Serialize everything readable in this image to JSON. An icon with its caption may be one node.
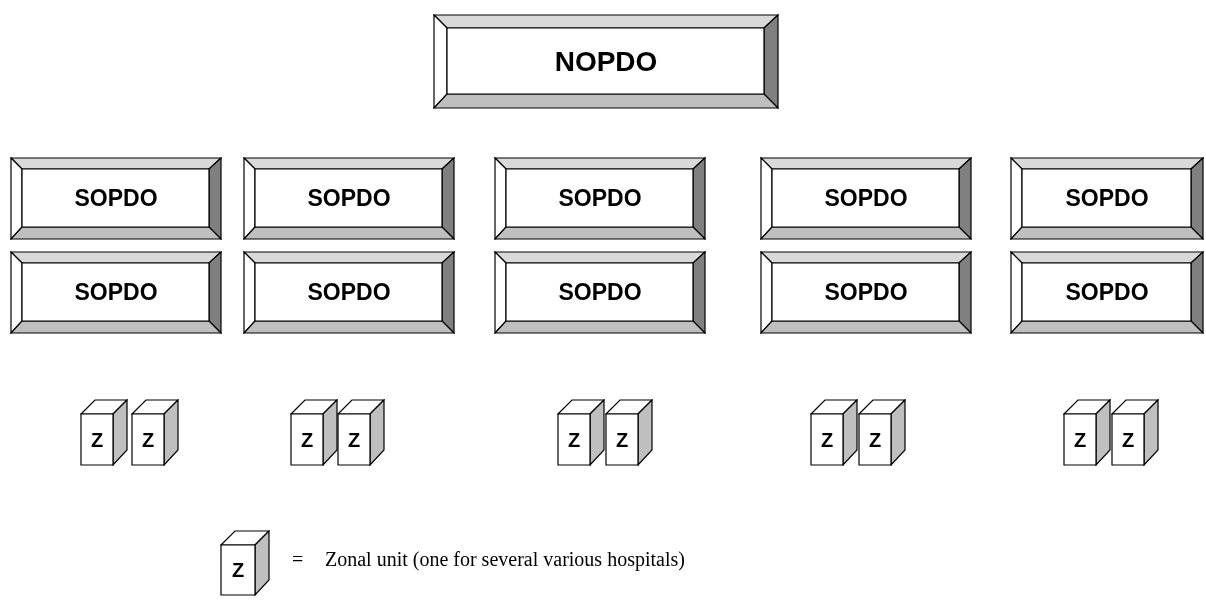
{
  "diagram": {
    "nodes": [
      {
        "text": [
          "NOPDO"
        ]
      },
      {
        "text": [
          "SOPDO"
        ]
      },
      {
        "text": [
          "SOPDO"
        ]
      },
      {
        "text": [
          "SOPDO"
        ]
      },
      {
        "text": [
          "SOPDO"
        ]
      },
      {
        "text": [
          "SOPDO"
        ]
      },
      {
        "text": [
          "SOPDO"
        ]
      },
      {
        "text": [
          "SOPDO"
        ]
      },
      {
        "text": [
          "SOPDO"
        ]
      },
      {
        "text": [
          "SOPDO"
        ]
      },
      {
        "text": [
          "SOPDO"
        ]
      },
      {
        "text": [
          "Z"
        ]
      },
      {
        "text": [
          "Z"
        ]
      },
      {
        "text": [
          "Z"
        ]
      },
      {
        "text": [
          "Z"
        ]
      },
      {
        "text": [
          "Z"
        ]
      },
      {
        "text": [
          "Z"
        ]
      },
      {
        "text": [
          "Z"
        ]
      },
      {
        "text": [
          "Z"
        ]
      },
      {
        "text": [
          "Z"
        ]
      },
      {
        "text": [
          "Z"
        ]
      },
      {
        "text": [
          "Z"
        ]
      }
    ],
    "labels": [
      "=",
      "Zonal unit (one for several various hospitals)"
    ]
  }
}
